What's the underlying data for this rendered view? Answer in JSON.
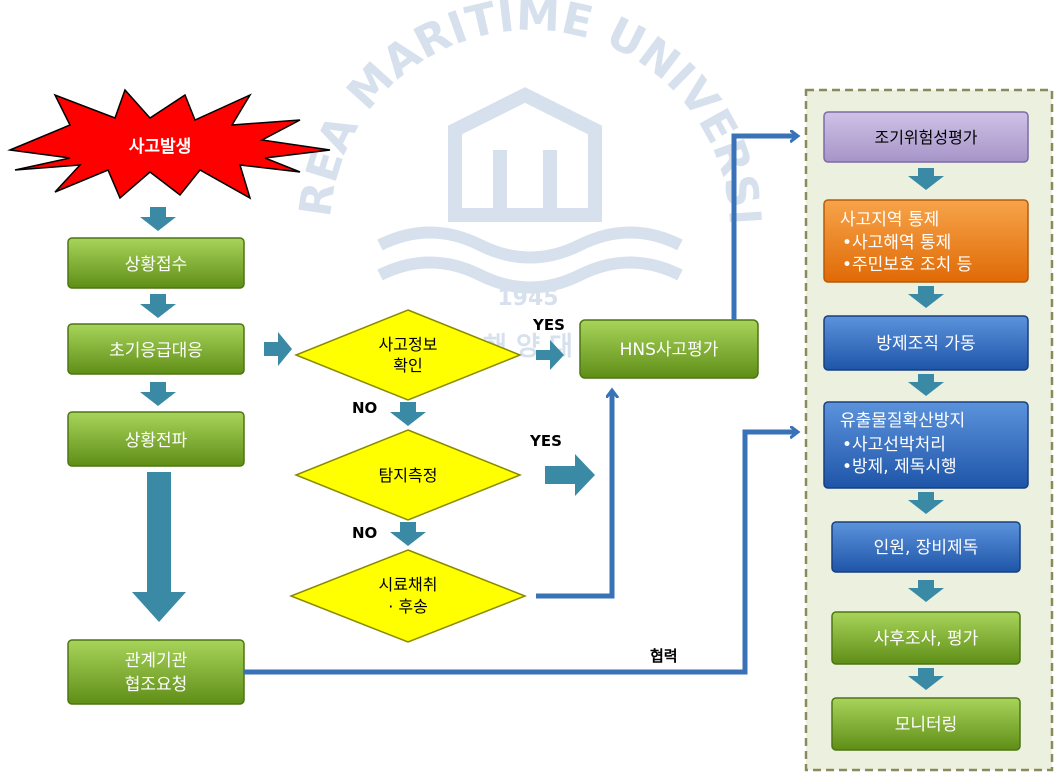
{
  "watermark": {
    "arc_text": "KOREA MARITIME UNIVERSITY",
    "year": "1945",
    "korean": "한 국 해 양 대 학 교"
  },
  "start": "사고발생",
  "left_boxes": {
    "receipt": "상황접수",
    "initial": "초기응급대응",
    "propagate": "상황전파",
    "request_line1": "관계기관",
    "request_line2": "협조요청"
  },
  "decisions": {
    "info_line1": "사고정보",
    "info_line2": "확인",
    "detect": "탐지측정",
    "sample_line1": "시료채취",
    "sample_line2": "· 후송"
  },
  "labels": {
    "yes1": "YES",
    "yes2": "YES",
    "no1": "NO",
    "no2": "NO",
    "cooperate": "협력"
  },
  "hns": "HNS사고평가",
  "right_panel": {
    "risk": "조기위험성평가",
    "control_title": "사고지역  통제",
    "control_b1": "•사고해역 통제",
    "control_b2": "•주민보호 조치 등",
    "mobilize": "방제조직  가동",
    "prevent_title": "유출물질확산방지",
    "prevent_b1": "•사고선박처리",
    "prevent_b2": "•방제, 제독시행",
    "decon": "인원,  장비제독",
    "post": "사후조사,  평가",
    "monitor": "모니터링"
  },
  "colors": {
    "green": "#6c9a1c",
    "green_light": "#9ccd52",
    "purple": "#b7a6d4",
    "orange": "#ec7a10",
    "blue": "#2a64b8",
    "yellow": "#ffff00",
    "arrow_teal": "#3a8aa6",
    "connector_blue": "#3a72b8",
    "panel_bg": "#ebf1de",
    "panel_border": "#8a8a5c",
    "starburst": "#ff0000"
  }
}
